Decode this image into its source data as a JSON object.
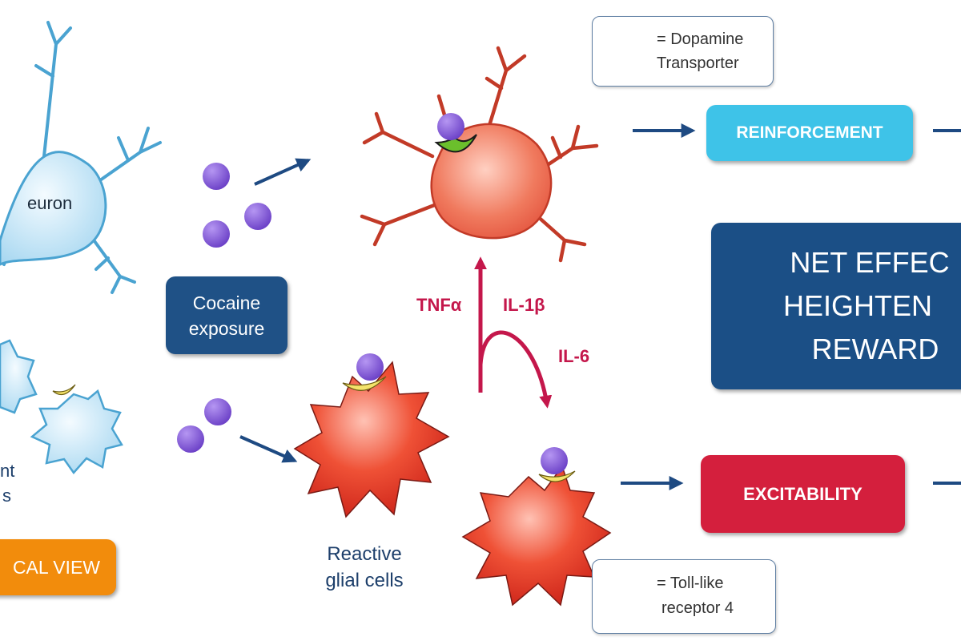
{
  "labels": {
    "neuron": "euron",
    "left_cells_partial_1": "nt",
    "left_cells_partial_2": "s",
    "reactive_glial_line1": "Reactive",
    "reactive_glial_line2": "glial cells"
  },
  "boxes": {
    "cocaine_line1": "Cocaine",
    "cocaine_line2": "exposure",
    "reinforcement": "REINFORCEMENT",
    "excitability": "EXCITABILITY",
    "net_effect_line1": "NET EFFEC",
    "net_effect_line2": "HEIGHTEN",
    "net_effect_line3": "REWARD",
    "view_partial": "CAL VIEW"
  },
  "cytokines": {
    "tnf": "TNFα",
    "il1b": "IL-1β",
    "il6": "IL-6"
  },
  "legend": {
    "dopamine_line1": "= Dopamine",
    "dopamine_line2": "Transporter",
    "tlr_line1": "= Toll-like",
    "tlr_line2": "receptor 4"
  },
  "colors": {
    "neuron_blue": "#bfe3f5",
    "neuron_outline": "#4aa3d1",
    "activated_red": "#e8442f",
    "cocaine_purple": "#7b4fd0",
    "cytokine_red": "#c4174b",
    "arrow_navy": "#1e4a82",
    "reinforcement_box": "#3ec3e8",
    "excitability_box": "#d41f3d",
    "net_effect_box": "#1b4f86",
    "cocaine_box": "#1f5186",
    "view_box": "#f28c0c",
    "dat_green": "#6bbf2c",
    "tlr_yellow": "#f4e36b"
  }
}
